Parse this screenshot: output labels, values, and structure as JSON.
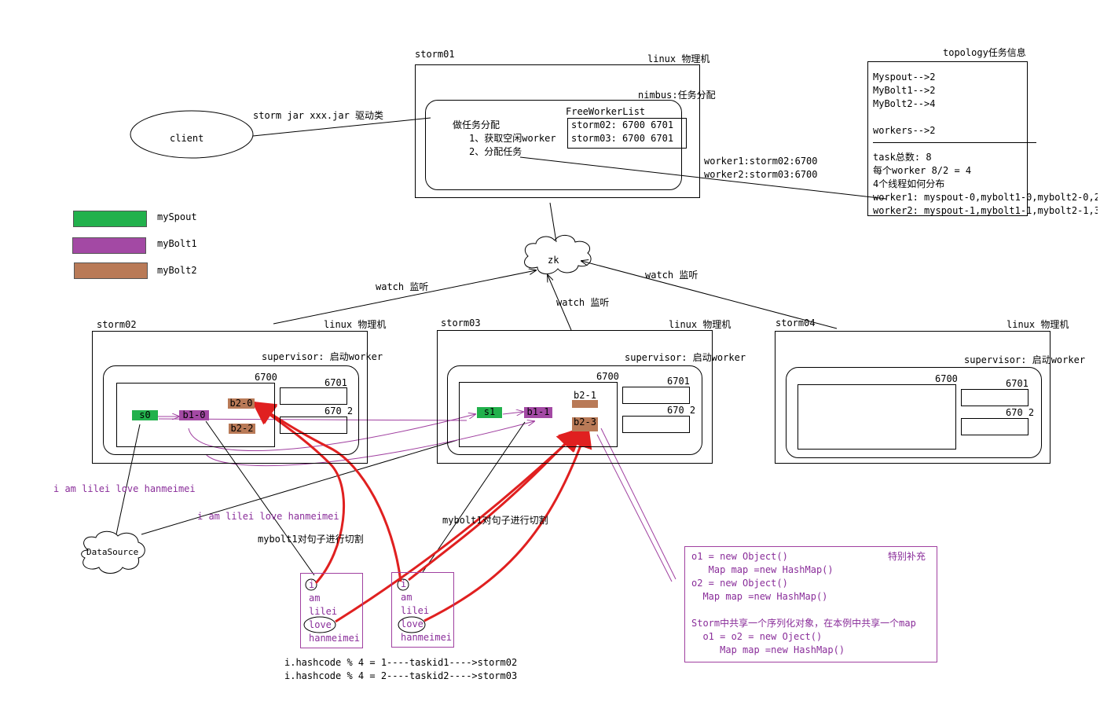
{
  "storm01": {
    "name": "storm01",
    "machine": "linux 物理机",
    "role": "nimbus:任务分配",
    "task_title": "做任务分配",
    "step1": "1、获取空闲worker",
    "step2": "2、分配任务",
    "free_title": "FreeWorkerList",
    "free1": "storm02: 6700 6701",
    "free2": "storm03: 6700 6701"
  },
  "client": {
    "label": "client",
    "command": "storm jar xxx.jar 驱动类"
  },
  "assign": {
    "w1": "worker1:storm02:6700",
    "w2": "worker2:storm03:6700"
  },
  "topology": {
    "title": "topology任务信息",
    "lines": [
      "Myspout-->2",
      "MyBolt1-->2",
      "MyBolt2-->4",
      "",
      "workers-->2",
      "",
      "task总数: 8",
      "每个worker 8/2 = 4",
      "4个线程如何分布",
      "worker1: myspout-0,mybolt1-0,mybolt2-0,2",
      "worker2: myspout-1,mybolt1-1,mybolt2-1,3"
    ]
  },
  "legend": [
    {
      "label": "mySpout",
      "color": "#22b14c"
    },
    {
      "label": "myBolt1",
      "color": "#a349a4"
    },
    {
      "label": "myBolt2",
      "color": "#b97a57"
    }
  ],
  "zk": {
    "label": "zk",
    "watch1": "watch 监听",
    "watch2": "watch 监听",
    "watch3": "watch 监听"
  },
  "storm02": {
    "name": "storm02",
    "machine": "linux 物理机",
    "supervisor": "supervisor: 启动worker",
    "port0": "6700",
    "port1": "6701",
    "port2": "670 2",
    "tasks": [
      "s0",
      "b1-0",
      "b2-0",
      "b2-2"
    ]
  },
  "storm03": {
    "name": "storm03",
    "machine": "linux 物理机",
    "supervisor": "supervisor: 启动worker",
    "port0": "6700",
    "port1": "6701",
    "port2": "670 2",
    "tasks": [
      "s1",
      "b1-1",
      "b2-1",
      "b2-3"
    ]
  },
  "storm04": {
    "name": "storm04",
    "machine": "linux 物理机",
    "supervisor": "supervisor: 启动worker",
    "port0": "6700",
    "port1": "6701",
    "port2": "670 2"
  },
  "datasource": {
    "label": "DataSource",
    "sentence1": "i am lilei love hanmeimei",
    "sentence2": "i am lilei love hanmeimei"
  },
  "split": {
    "label1": "mybolt1对句子进行切割",
    "label2": "mybolt1对句子进行切割",
    "words": [
      "i",
      "am",
      "lilei",
      "love",
      "hanmeimei"
    ],
    "hash1": "i.hashcode % 4 = 1----taskid1---->storm02",
    "hash2": "i.hashcode % 4 = 2----taskid2---->storm03"
  },
  "note": {
    "title": "特别补充",
    "lines": [
      "o1 = new Object()",
      "   Map map =new HashMap()",
      "o2 = new Object()",
      "  Map map =new HashMap()",
      "",
      "Storm中共享一个序列化对象，在本例中共享一个map",
      "  o1 = o2 = new Oject()",
      "     Map map =new HashMap()"
    ]
  }
}
